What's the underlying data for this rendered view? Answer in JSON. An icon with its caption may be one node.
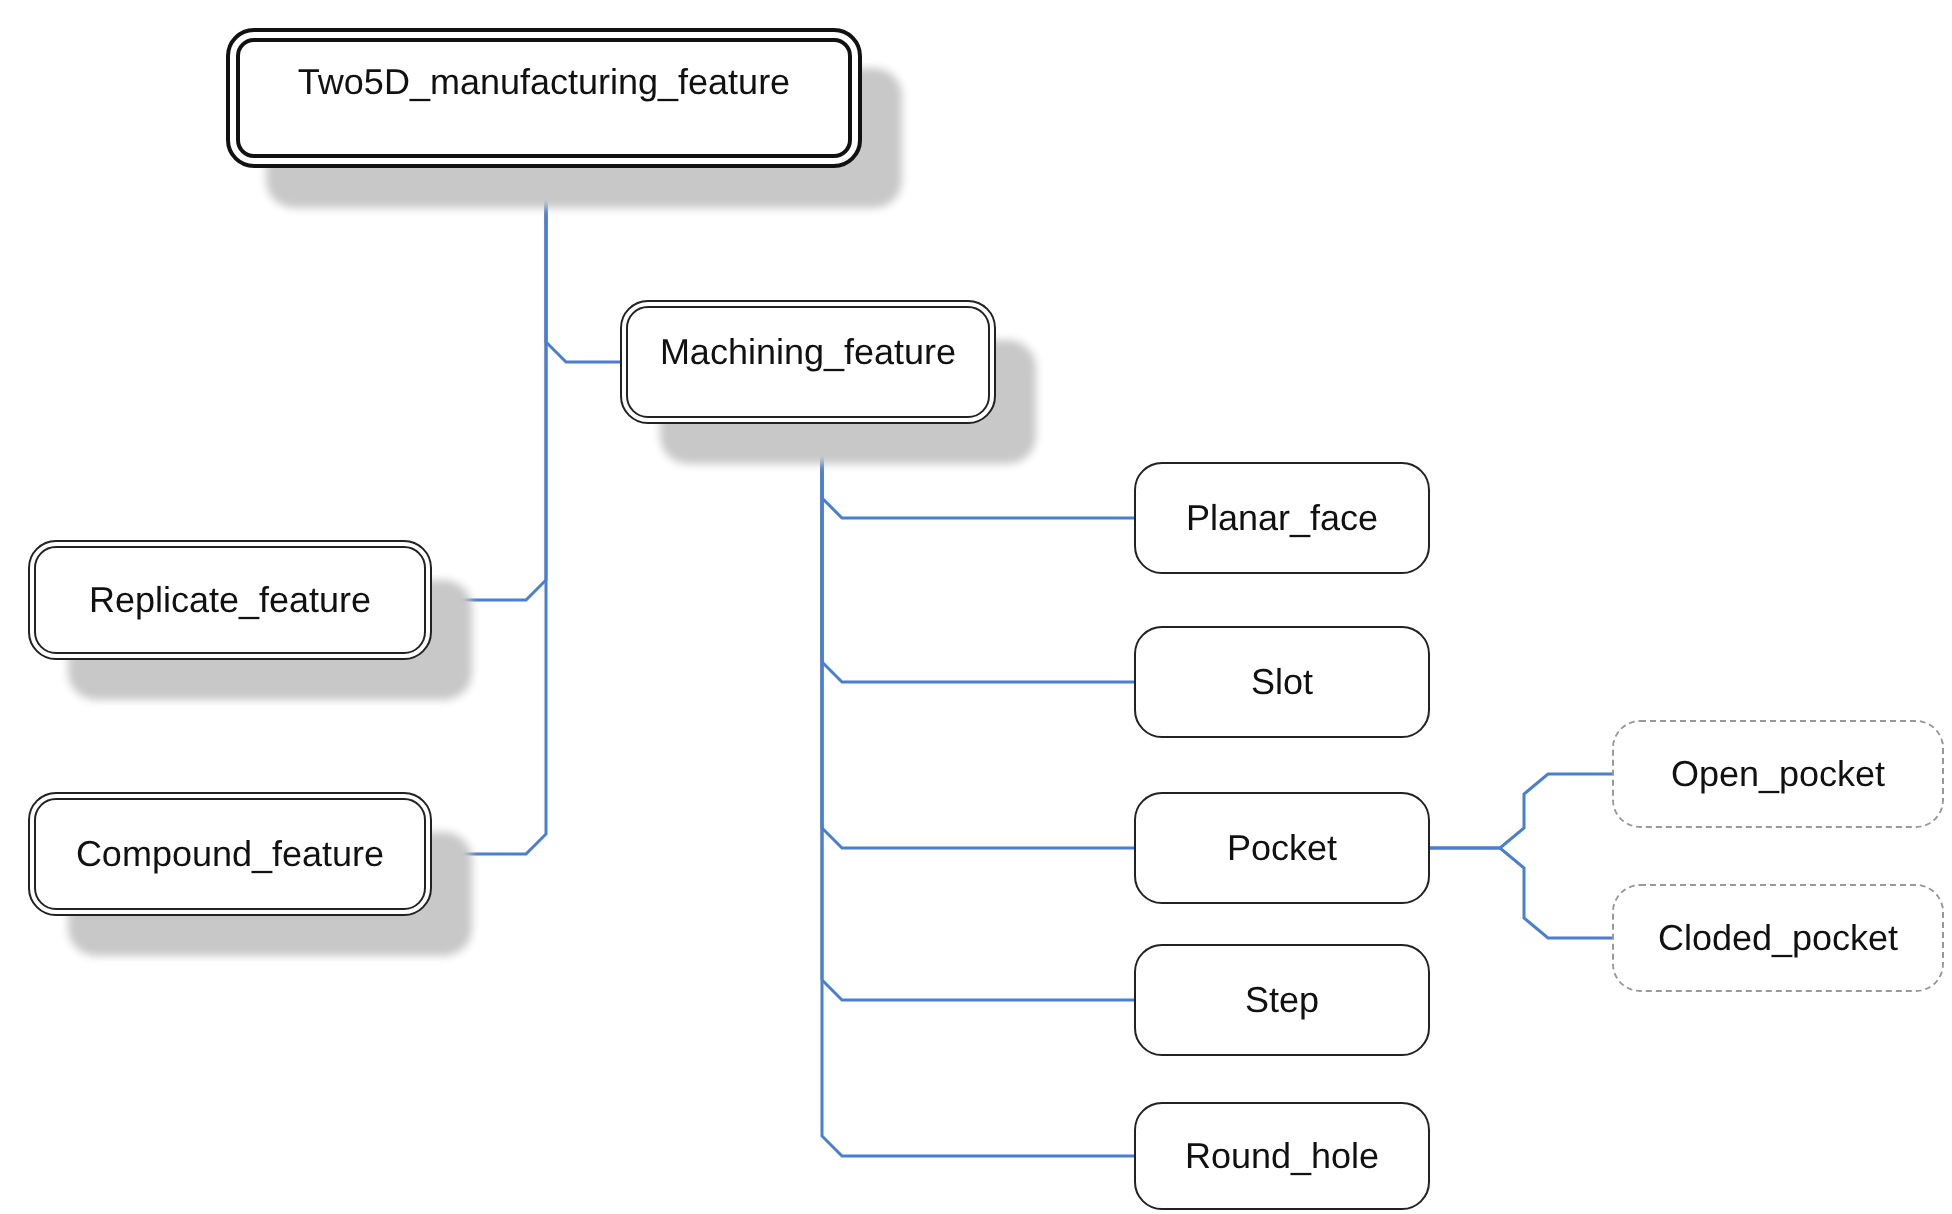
{
  "diagram": {
    "nodes": [
      {
        "text": [
          "Two5D_manufacturing_feature"
        ]
      },
      {
        "text": [
          "Machining_feature"
        ]
      },
      {
        "text": [
          "Replicate_feature"
        ]
      },
      {
        "text": [
          "Compound_feature"
        ]
      },
      {
        "text": [
          "Planar_face"
        ]
      },
      {
        "text": [
          "Slot"
        ]
      },
      {
        "text": [
          "Pocket"
        ]
      },
      {
        "text": [
          "Step"
        ]
      },
      {
        "text": [
          "Round_hole"
        ]
      },
      {
        "text": [
          "Open_pocket"
        ]
      },
      {
        "text": [
          "Cloded_pocket"
        ]
      }
    ],
    "edges": [
      {
        "from": 0,
        "to": 1,
        "arrow": "none"
      },
      {
        "from": 0,
        "to": 2,
        "arrow": "none"
      },
      {
        "from": 0,
        "to": 3,
        "arrow": "none"
      },
      {
        "from": 1,
        "to": 4,
        "arrow": "none"
      },
      {
        "from": 1,
        "to": 5,
        "arrow": "none"
      },
      {
        "from": 1,
        "to": 6,
        "arrow": "none"
      },
      {
        "from": 1,
        "to": 7,
        "arrow": "none"
      },
      {
        "from": 1,
        "to": 8,
        "arrow": "none"
      },
      {
        "from": 6,
        "to": 9,
        "arrow": "none"
      },
      {
        "from": 6,
        "to": 10,
        "arrow": "none"
      }
    ]
  }
}
